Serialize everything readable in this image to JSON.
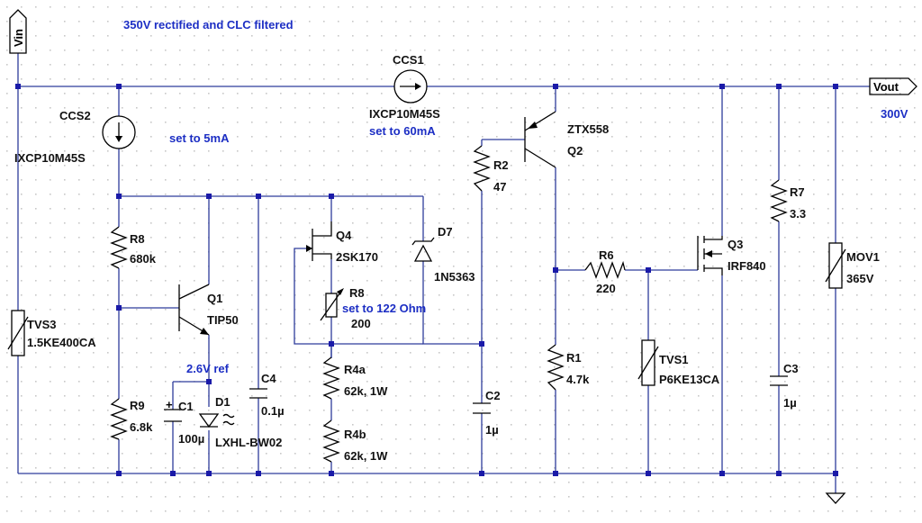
{
  "notes": {
    "input": "350V rectified and CLC filtered",
    "ccs2_set": "set to 5mA",
    "ccs1_set": "set to 60mA",
    "r8_set": "set to 122 Ohm",
    "ref": "2.6V ref",
    "vout_value": "300V"
  },
  "ports": {
    "vin": "Vin",
    "vout": "Vout"
  },
  "components": {
    "ccs1": {
      "ref": "CCS1",
      "value": "IXCP10M45S"
    },
    "ccs2": {
      "ref": "CCS2",
      "value": "IXCP10M45S"
    },
    "q1": {
      "ref": "Q1",
      "value": "TIP50"
    },
    "q2": {
      "ref": "Q2",
      "value": "ZTX558"
    },
    "q3": {
      "ref": "Q3",
      "value": "IRF840"
    },
    "q4": {
      "ref": "Q4",
      "value": "2SK170"
    },
    "d7": {
      "ref": "D7",
      "value": "1N5363"
    },
    "d1": {
      "ref": "D1",
      "value": "LXHL-BW02"
    },
    "r1": {
      "ref": "R1",
      "value": "4.7k"
    },
    "r2": {
      "ref": "R2",
      "value": "47"
    },
    "r4a": {
      "ref": "R4a",
      "value": "62k, 1W"
    },
    "r4b": {
      "ref": "R4b",
      "value": "62k, 1W"
    },
    "r6": {
      "ref": "R6",
      "value": "220"
    },
    "r7": {
      "ref": "R7",
      "value": "3.3"
    },
    "r8": {
      "ref": "R8",
      "value": "680k"
    },
    "r8pot": {
      "ref": "R8",
      "value": "200"
    },
    "r9": {
      "ref": "R9",
      "value": "6.8k"
    },
    "c1": {
      "ref": "C1",
      "value": "100µ"
    },
    "c2": {
      "ref": "C2",
      "value": "1µ"
    },
    "c3": {
      "ref": "C3",
      "value": "1µ"
    },
    "c4": {
      "ref": "C4",
      "value": "0.1µ"
    },
    "tvs1": {
      "ref": "TVS1",
      "value": "P6KE13CA"
    },
    "tvs3": {
      "ref": "TVS3",
      "value": "1.5KE400CA"
    },
    "mov1": {
      "ref": "MOV1",
      "value": "365V"
    }
  }
}
